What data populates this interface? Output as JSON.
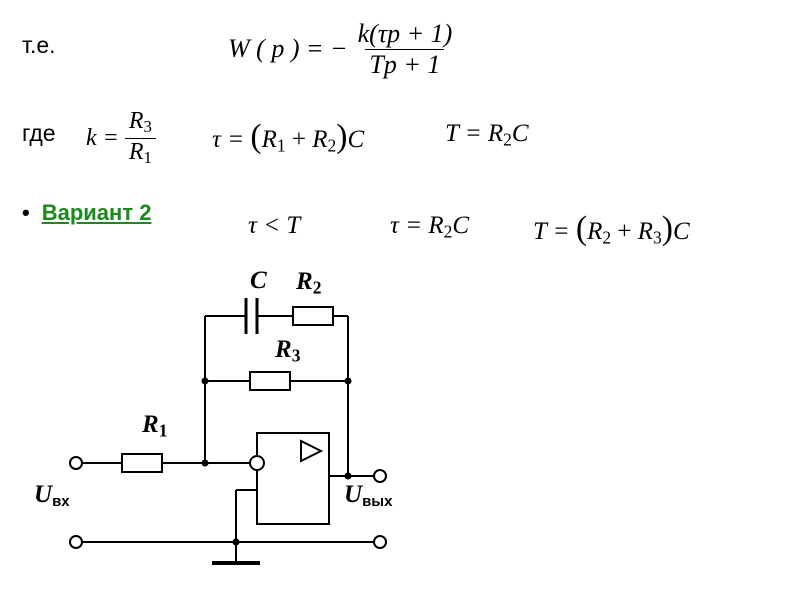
{
  "header": {
    "te_label": "т.е.",
    "gde_label": "где"
  },
  "formula_w": {
    "lhs": "W ( p ) = −",
    "numerator": "k(τp + 1)",
    "denominator": "Tp + 1"
  },
  "formula_k": {
    "lhs": "k =",
    "num_var": "R",
    "num_sub": "3",
    "den_var": "R",
    "den_sub": "1"
  },
  "formula_tau": {
    "lhs": "τ =",
    "inner_a_var": "R",
    "inner_a_sub": "1",
    "plus": "+",
    "inner_b_var": "R",
    "inner_b_sub": "2",
    "tail": "C"
  },
  "formula_T": {
    "lhs": "T = R",
    "sub": "2",
    "tail": "C"
  },
  "variant": {
    "bullet": "•",
    "title": "Вариант 2",
    "color": "#1a8a1a"
  },
  "variant_formulas": {
    "ineq": "τ < T",
    "tau_lhs": "τ = R",
    "tau_sub": "2",
    "tau_tail": "C",
    "T_lhs": "T =",
    "T_a_var": "R",
    "T_a_sub": "2",
    "T_plus": "+",
    "T_b_var": "R",
    "T_b_sub": "3",
    "T_tail": "C"
  },
  "circuit": {
    "c_label": "C",
    "r2_var": "R",
    "r2_sub": "2",
    "r3_var": "R",
    "r3_sub": "3",
    "r1_var": "R",
    "r1_sub": "1",
    "uin_var": "U",
    "uin_sub": "вх",
    "uout_var": "U",
    "uout_sub": "вых"
  }
}
